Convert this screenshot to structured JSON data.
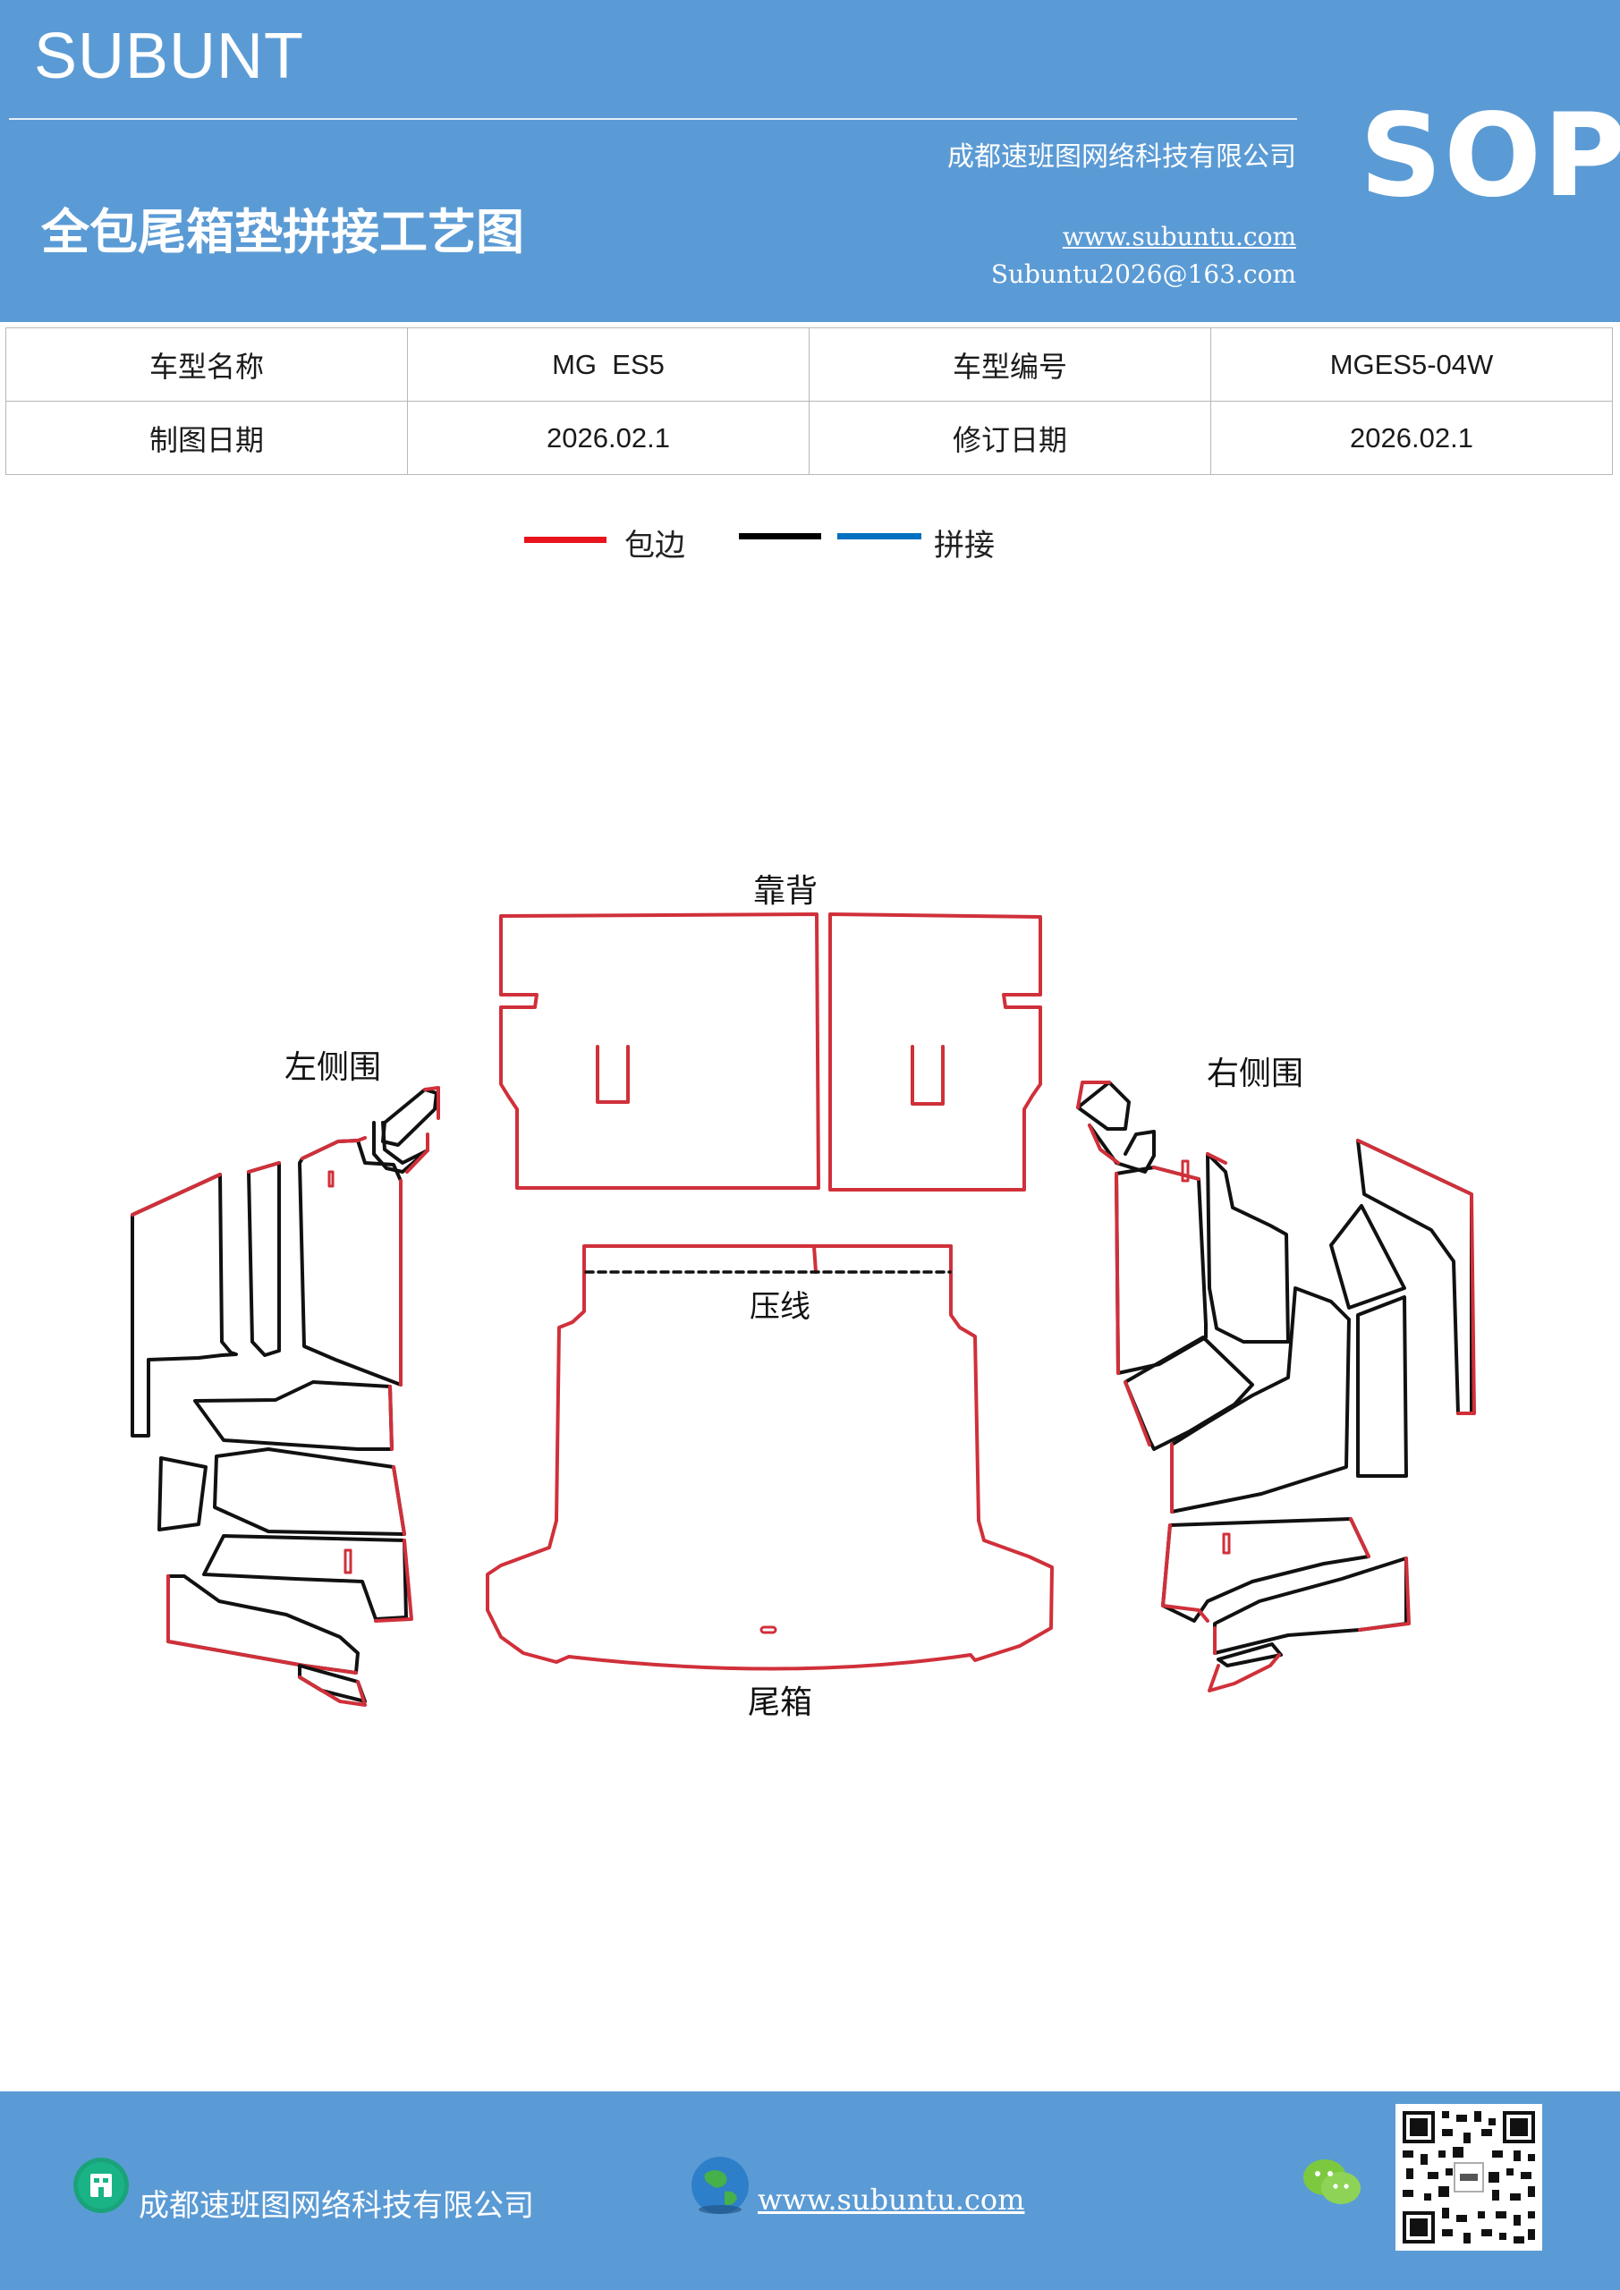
{
  "header": {
    "brand": "SUBUNT",
    "company": "成都速班图网络科技有限公司",
    "title": "全包尾箱垫拼接工艺图",
    "website": "www.subuntu.com",
    "email": "Subuntu2026@163.com",
    "badge": "SOP"
  },
  "info": {
    "model_name_label": "车型名称",
    "model_name": "MG  ES5",
    "model_code_label": "车型编号",
    "model_code": "MGES5-04W",
    "draw_date_label": "制图日期",
    "draw_date": "2026.02.1",
    "revise_date_label": "修订日期",
    "revise_date": "2026.02.1"
  },
  "legend": {
    "edge_label": "包边",
    "edge_color": "#e8141b",
    "join_label": "拼接",
    "join_colors": [
      "#000000",
      "#0070c0"
    ]
  },
  "diagram": {
    "backrest_label": "靠背",
    "left_side_label": "左侧围",
    "right_side_label": "右侧围",
    "crease_label": "压线",
    "trunk_label": "尾箱",
    "outline_color": "#d0303a",
    "seam_color": "#111111"
  },
  "footer": {
    "company": "成都速班图网络科技有限公司",
    "website": "www.subuntu.com "
  }
}
